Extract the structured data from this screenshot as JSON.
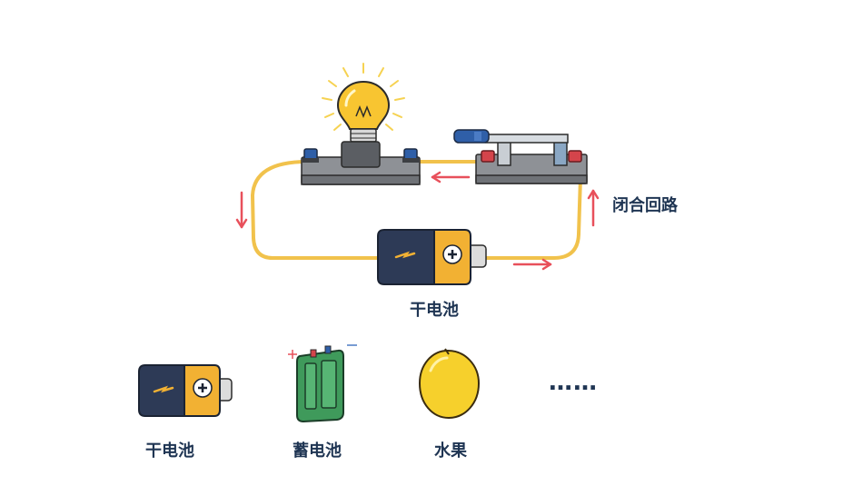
{
  "circuit": {
    "closed_loop_label": "闭合回路",
    "battery_label": "干电池"
  },
  "power_sources": {
    "items": [
      {
        "label": "干电池",
        "icon": "dry-battery-icon"
      },
      {
        "label": "蓄电池",
        "icon": "storage-battery-icon"
      },
      {
        "label": "水果",
        "icon": "lemon-icon"
      }
    ],
    "more": "……"
  },
  "colors": {
    "wire": "#f1c24c",
    "arrow": "#e8505b",
    "battery_body": "#2d3a56",
    "battery_cap": "#f2b133",
    "text": "#1f3553"
  }
}
